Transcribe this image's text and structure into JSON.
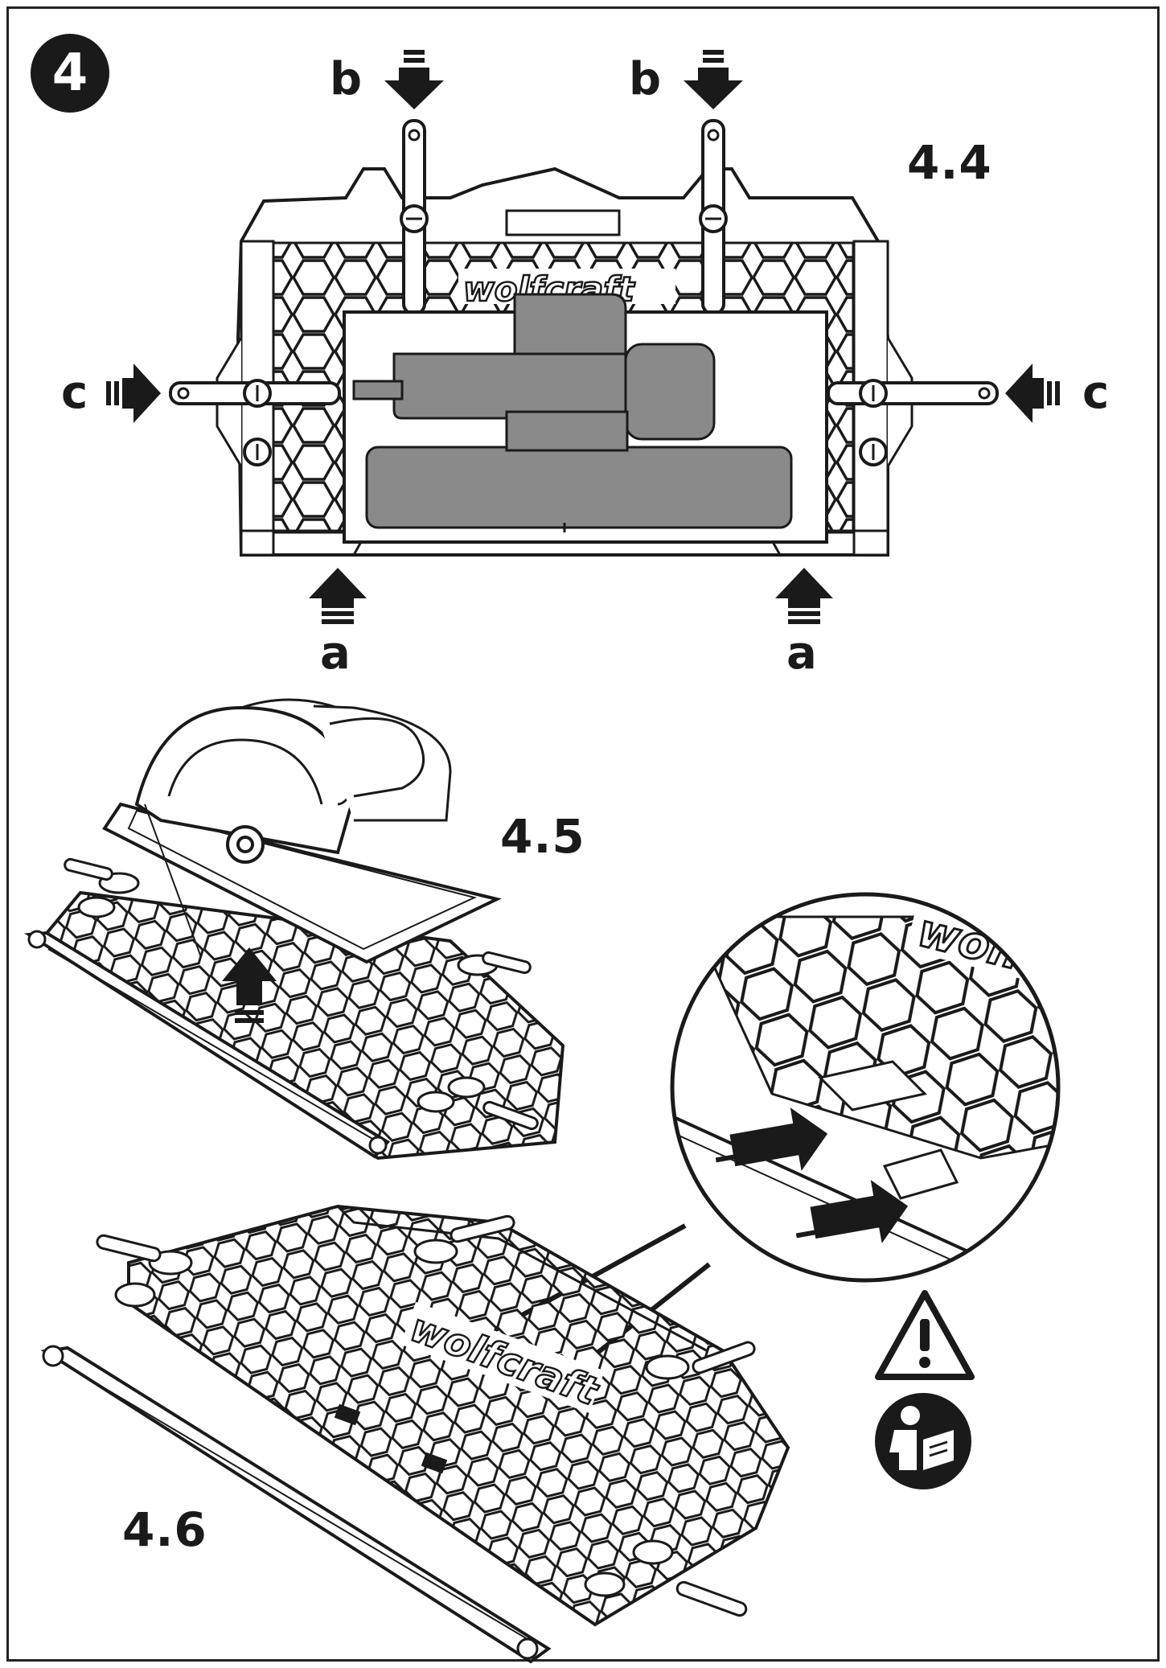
{
  "step_number": "4",
  "figures": {
    "fig_44": "4.4",
    "fig_45": "4.5",
    "fig_46": "4.6"
  },
  "callouts": {
    "a_left": "a",
    "a_right": "a",
    "b_left": "b",
    "b_right": "b",
    "c_left": "c",
    "c_right": "c"
  },
  "branding": {
    "logo_top": "wolfcraft",
    "logo_zoom": "wolfcraft",
    "logo_46": "wolfcraft"
  },
  "icons": [
    "warning-triangle-icon",
    "read-manual-icon"
  ],
  "colors": {
    "ink": "#1a1a1a",
    "silhouette": "#8a8a8a",
    "paper": "#ffffff"
  }
}
